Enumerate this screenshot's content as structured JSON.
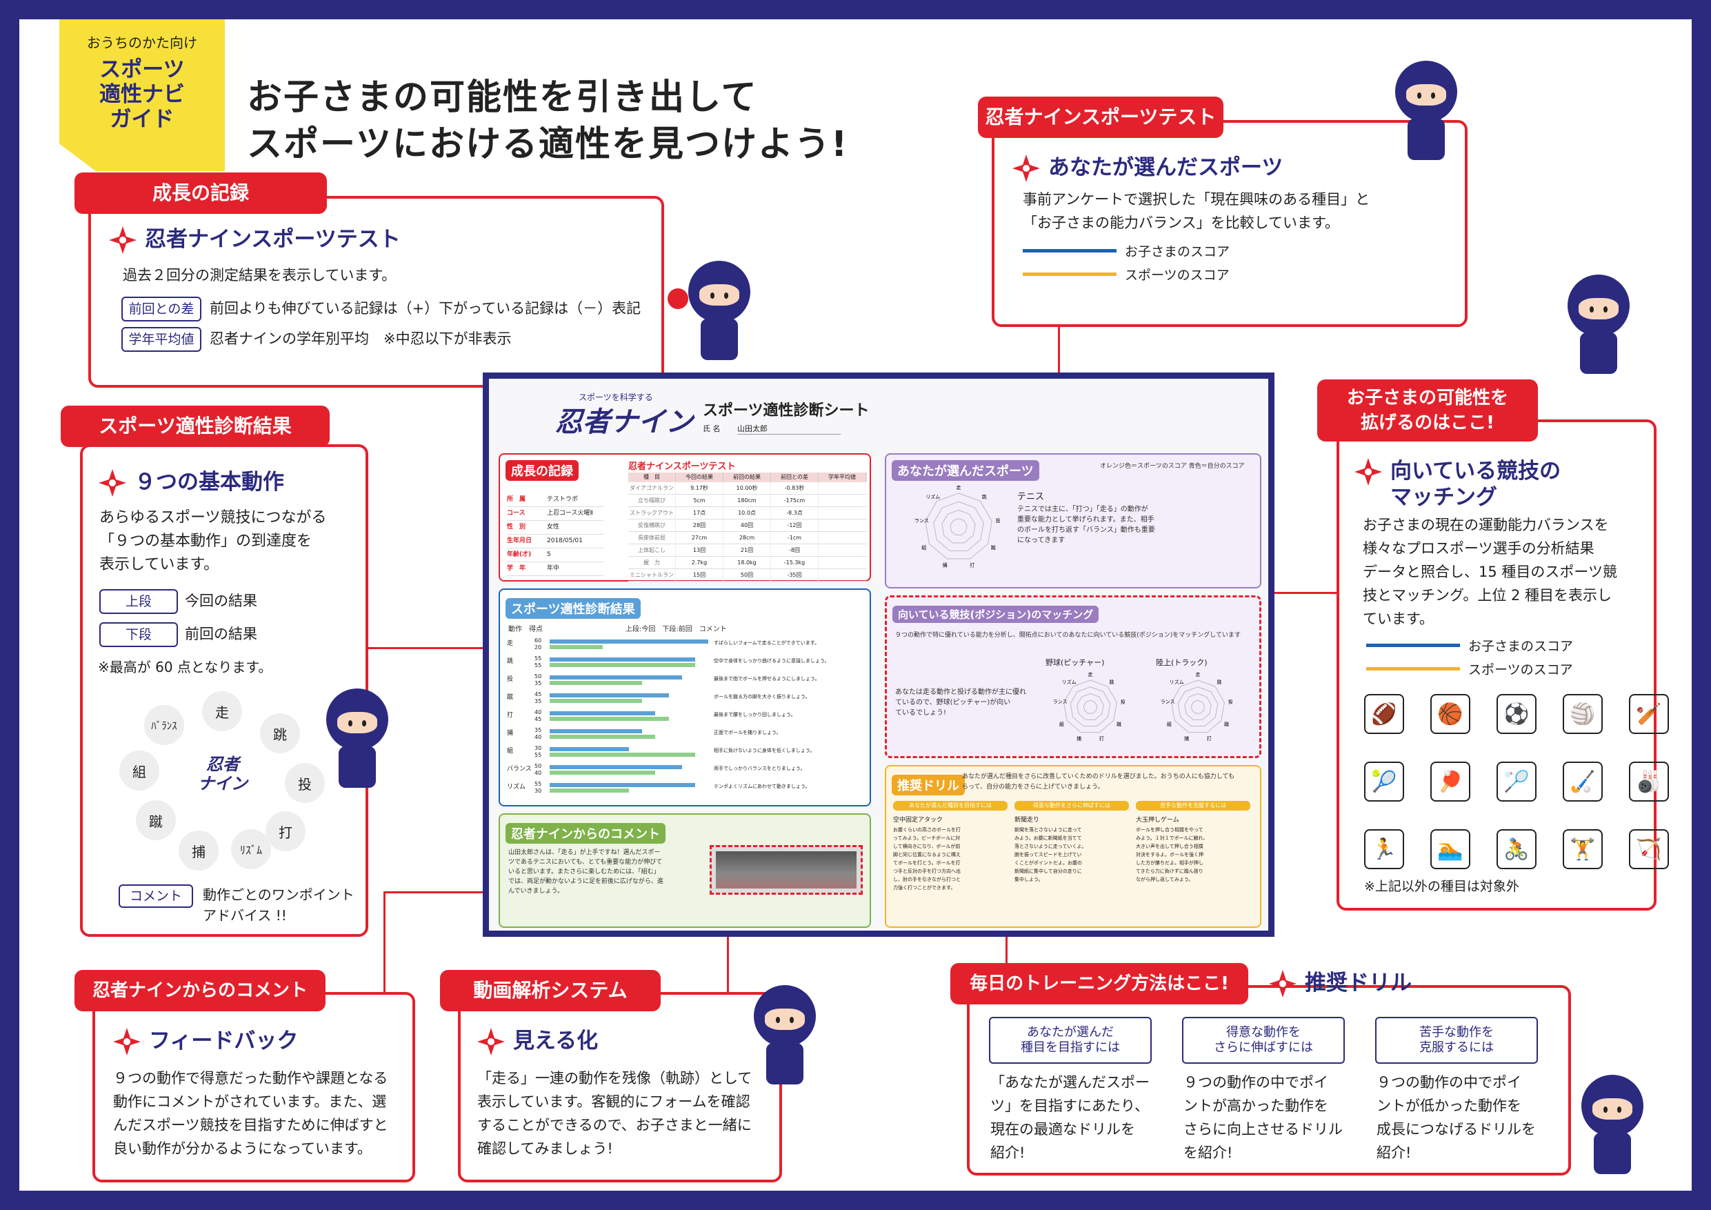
{
  "corner": {
    "small": "おうちのかた向け",
    "big": "スポーツ\n適性ナビ\nガイド"
  },
  "headline": "お子さまの可能性を引き出して\nスポーツにおける適性を見つけよう!",
  "growth": {
    "tag": "成長の記録",
    "heading": "忍者ナインスポーツテスト",
    "desc": "過去２回分の測定結果を表示しています。",
    "items": [
      {
        "label": "前回との差",
        "text": "前回よりも伸びている記録は（+）下がっている記録は（－）表記"
      },
      {
        "label": "学年平均値",
        "text": "忍者ナインの学年別平均　※中忍以下が非表示"
      }
    ]
  },
  "diagnosis": {
    "tag": "スポーツ適性診断結果",
    "heading": "９つの基本動作",
    "desc": "あらゆるスポーツ競技につながる\n「９つの基本動作」の到達度を\n表示しています。",
    "items": [
      {
        "label": "上段",
        "text": "今回の結果"
      },
      {
        "label": "下段",
        "text": "前回の結果"
      }
    ],
    "note": "※最高が 60 点となります。",
    "comment_label": "コメント",
    "comment_text": "動作ごとのワンポイント\nアドバイス !!",
    "wheel": [
      "走",
      "跳",
      "投",
      "打",
      "ﾘｽﾞﾑ",
      "捕",
      "蹴",
      "組",
      "ﾊﾞﾗﾝｽ"
    ],
    "wheel_center": "忍者\nナイン"
  },
  "chosen": {
    "tag": "忍者ナインスポーツテスト",
    "heading": "あなたが選んだスポーツ",
    "desc": "事前アンケートで選択した「現在興味のある種目」と\n「お子さまの能力バランス」を比較しています。",
    "legend": [
      {
        "text": "お子さまのスコア",
        "color": "#1b62b5"
      },
      {
        "text": "スポーツのスコア",
        "color": "#f0b722"
      }
    ]
  },
  "matching": {
    "tag": "お子さまの可能性を\n拡げるのはここ!",
    "heading": "向いている競技の\nマッチング",
    "desc": "お子さまの現在の運動能力バランスを\n様々なプロスポーツ選手の分析結果\nデータと照合し、15 種目のスポーツ競\n技とマッチング。上位 2 種目を表示し\nています。",
    "legend": [
      {
        "text": "お子さまのスコア",
        "color": "#1b62b5"
      },
      {
        "text": "スポーツのスコア",
        "color": "#f0b722"
      }
    ],
    "icons": [
      "🏈",
      "🏀",
      "⚽",
      "🏐",
      "🏏",
      "🎾",
      "🏓",
      "🏸",
      "🏑",
      "🎳",
      "🏃",
      "🏊",
      "🚴",
      "🏋",
      "🏹"
    ],
    "note": "※上記以外の種目は対象外"
  },
  "comment": {
    "tag": "忍者ナインからのコメント",
    "heading": "フィードバック",
    "desc": "９つの動作で得意だった動作や課題となる\n動作にコメントがされています。また、選\nんだスポーツ競技を目指すために伸ばすと\n良い動作が分かるようになっています。"
  },
  "video": {
    "tag": "動画解析システム",
    "heading": "見える化",
    "desc": "「走る」一連の動作を残像（軌跡）として\n表示しています。客観的にフォームを確認\nすることができるので、お子さまと一緒に\n確認してみましょう!"
  },
  "drill": {
    "tag": "毎日のトレーニング方法はここ!",
    "heading": "推奨ドリル",
    "cols": [
      {
        "label": "あなたが選んだ\n種目を目指すには",
        "text": "「あなたが選んだスポー\nツ」を目指すにあたり、\n現在の最適なドリルを\n紹介!"
      },
      {
        "label": "得意な動作を\nさらに伸ばすには",
        "text": "９つの動作の中でポイ\nントが高かった動作を\nさらに向上させるドリル\nを紹介!"
      },
      {
        "label": "苦手な動作を\n克服するには",
        "text": "９つの動作の中でポイ\nントが低かった動作を\n成長につなげるドリルを\n紹介!"
      }
    ]
  },
  "sheet": {
    "logo_sub": "スポーツを科学する",
    "logo": "忍者ナイン",
    "title": "スポーツ適性診断シート",
    "name_label": "氏 名",
    "name": "山田太郎",
    "growth_title": "成長の記録",
    "test_title": "忍者ナインスポーツテスト",
    "profile": [
      [
        "所　属",
        "テストラボ"
      ],
      [
        "コース",
        "上忍コース火曜Ⅱ"
      ],
      [
        "性　別",
        "女性"
      ],
      [
        "生年月日",
        "2018/05/01"
      ],
      [
        "年齢(才)",
        "5"
      ],
      [
        "学　年",
        "年中"
      ]
    ],
    "table_head": [
      "種　目",
      "今回の結果",
      "前回の結果",
      "前回との差",
      "学年平均値"
    ],
    "table": [
      [
        "ダイアゴナルラン",
        "9.17秒",
        "10.00秒",
        "-0.83秒"
      ],
      [
        "立ち幅跳び",
        "5cm",
        "180cm",
        "-175cm"
      ],
      [
        "ストラックアウト",
        "17点",
        "10.0点",
        "-8.3点"
      ],
      [
        "反復横跳び",
        "28回",
        "40回",
        "-12回"
      ],
      [
        "長座体前屈",
        "27cm",
        "28cm",
        "-1cm"
      ],
      [
        "上体起こし",
        "13回",
        "21回",
        "-8回"
      ],
      [
        "握　力",
        "2.7kg",
        "18.0kg",
        "-15.3kg"
      ],
      [
        "ミニシャトルラン",
        "15回",
        "50回",
        "-35回"
      ]
    ],
    "diag_title": "スポーツ適性診断結果",
    "diag_head": "動作　得点　　　　　　　　　　　　上段:今回　下段:前回　コメント",
    "motions": [
      {
        "name": "走",
        "now": 60,
        "prev": 20,
        "comment": "すばらしいフォームで走ることができています。"
      },
      {
        "name": "跳",
        "now": 55,
        "prev": 55,
        "comment": "空中で身体をしっかり曲げるように意識しましょう。"
      },
      {
        "name": "投",
        "now": 50,
        "prev": 35,
        "comment": "最後まで指でボールを押せるようにしましょう。"
      },
      {
        "name": "蹴",
        "now": 45,
        "prev": 35,
        "comment": "ボールを蹴る方の脚を大きく振りましょう。"
      },
      {
        "name": "打",
        "now": 40,
        "prev": 45,
        "comment": "最後まで腰をしっかり回しましょう。"
      },
      {
        "name": "捕",
        "now": 35,
        "prev": 40,
        "comment": "正面でボールを捕りましょう。"
      },
      {
        "name": "組",
        "now": 30,
        "prev": 55,
        "comment": "相手に負けないように身体を低くしましょう。"
      },
      {
        "name": "バランス",
        "now": 50,
        "prev": 40,
        "comment": "両手でしっかりバランスをとりましょう。"
      },
      {
        "name": "リズム",
        "now": 55,
        "prev": 30,
        "comment": "テンポよくリズムにあわせて動きましょう。"
      }
    ],
    "chosen_title": "あなたが選んだスポーツ",
    "chosen_note": "オレンジ色＝スポーツのスコア 青色＝自分のスコア",
    "sport": "テニス",
    "sport_desc": "テニスでは主に、「打つ」「走る」の動作が\n重要な能力として挙げられます。また、相手\nのボールを打ち返す「バランス」動作も重要\nになってきます",
    "match_title": "向いている競技(ポジション)のマッチング",
    "match_sub": "９つの動作で特に優れている能力を分析し、開拓点においてのあなたに向いている競技(ポジション)をマッチングしています",
    "match_text": "あなたは走る動作と投げる動作が主に優れ\nているので、野球(ピッチャー)が向い\nているでしょう!",
    "match1": "野球(ピッチャー)",
    "match2": "陸上(トラック)",
    "radar_labels": [
      "走",
      "跳",
      "投",
      "蹴",
      "打",
      "捕",
      "組",
      "バランス",
      "リズム"
    ],
    "comment_title": "忍者ナインからのコメント",
    "comment_text": "山田太郎さんは、「走る」が上手ですね！選んだスポー\nツであるテニスにおいても、とても重要な能力が伸びて\nいると思います。またさらに楽しむためには、「組む」\nでは、両足が動かないように足を前後に広げながら、進\nんでいきましょう。",
    "drill_title": "推奨ドリル",
    "drill_intro": "あなたが選んだ種目をさらに改善していくためのドリルを選びました。おうちの人にも協力しても\nらって、自分の能力をさらに上げていきましょう。",
    "drill_cols": [
      {
        "h": "あなたが選んだ種目を目指すには",
        "name": "空中固定アタック",
        "text": "お腹くらいの高さのボールを打\nってみよう。ビーチボールに対\nして横向きになり、ボールが前\n脚と同じ位置になるように構え\nてボールを打とう。ボールを打\nつ手と反対の手を打つ方向へ出\nし、肘の手を引きながら打つと\n力強く打つことができます。"
      },
      {
        "h": "得意な動作をさらに伸ばすには",
        "name": "新聞走り",
        "text": "新聞を落とさないように走って\nみよう。お腹に新聞紙を当てて\n落とさないように走っていくよ。\n腕を振ってスピードを上げてい\nくことがポイントだよ。お腹の\n新聞紙に集中して自分の走りに\n集中しよう。"
      },
      {
        "h": "苦手な動作を克服するには",
        "name": "大玉押しゲーム",
        "text": "ボールを押し合う相撲をやって\nみよう。１対１でボールに触れ、\n大きい声を出して押し合う相撲\n対決をするよ。ボールを強く押\nした方が勝ちだよ。相手が押し\nてきたら力に負けずに踏ん張り\nながら押し返してみよう。"
      }
    ]
  }
}
